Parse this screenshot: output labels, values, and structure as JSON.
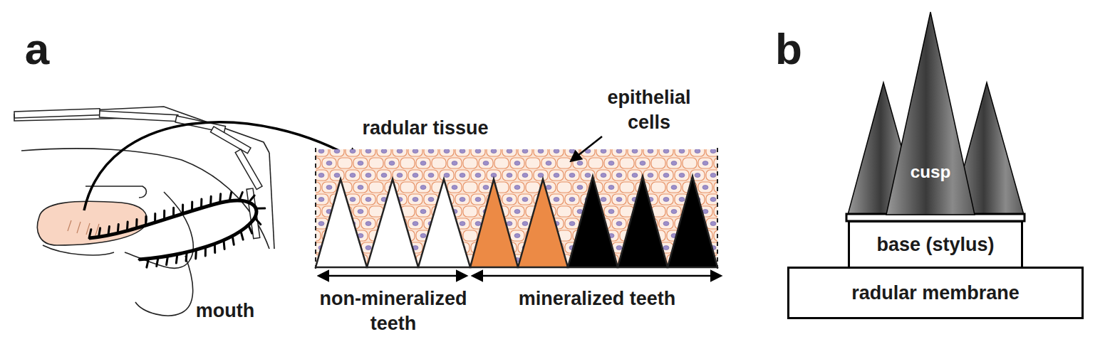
{
  "diagram": {
    "nodes": [
      {
        "text": [
          "cusp"
        ]
      },
      {
        "text": [
          "base (stylus)"
        ]
      },
      {
        "text": [
          "radular membrane"
        ]
      }
    ],
    "labels": [
      "a",
      "radular tissue",
      "epithelial cells",
      "mouth",
      "non-mineralized teeth",
      "mineralized teeth",
      "b"
    ]
  }
}
